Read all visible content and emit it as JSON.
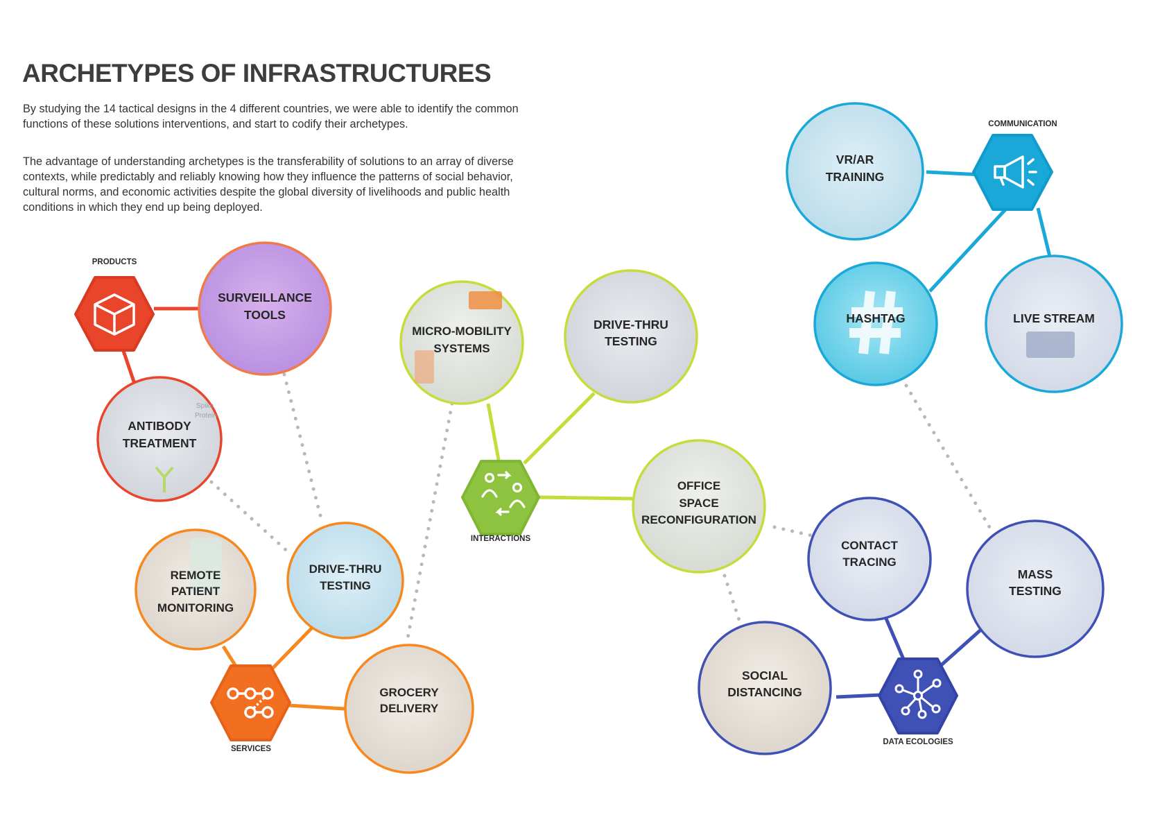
{
  "title": "ARCHETYPES OF INFRASTRUCTURES",
  "intro": [
    "By studying the 14 tactical designs in the 4 different countries, we were able to identify the common functions of these solutions interventions, and start to codify their archetypes.",
    "The advantage of understanding archetypes is the transferability of solutions to an array of diverse contexts, while predictably and reliably knowing how they influence the patterns of social behavior, cultural norms, and economic activities despite the global diversity of livelihoods and public health conditions in which they end up being deployed."
  ],
  "colors": {
    "products": "#e8452a",
    "services": "#f5891f",
    "interactions": "#8dc33f",
    "interactions_line": "#c6dc3a",
    "communication": "#1aa8d8",
    "data_ecologies": "#3f51b5",
    "dotted": "#b8b8b8"
  },
  "groups": {
    "products": {
      "label": "PRODUCTS",
      "icon": "cube-icon"
    },
    "services": {
      "label": "SERVICES",
      "icon": "service-nodes-icon"
    },
    "interactions": {
      "label": "INTERACTIONS",
      "icon": "people-exchange-icon"
    },
    "communication": {
      "label": "COMMUNICATION",
      "icon": "megaphone-icon"
    },
    "data_ecologies": {
      "label": "DATA ECOLOGIES",
      "icon": "network-icon"
    }
  },
  "items": {
    "surveillance_tools": [
      "SURVEILLANCE",
      "TOOLS"
    ],
    "antibody_treatment": [
      "ANTIBODY",
      "TREATMENT"
    ],
    "antibody_img_text": [
      "Spike",
      "Protein"
    ],
    "micro_mobility": [
      "MICRO-MOBILITY",
      "SYSTEMS"
    ],
    "drive_thru_interactions": [
      "DRIVE-THRU",
      "TESTING"
    ],
    "office_space": [
      "OFFICE",
      "SPACE",
      "RECONFIGURATION"
    ],
    "remote_patient": [
      "REMOTE",
      "PATIENT",
      "MONITORING"
    ],
    "drive_thru_services": [
      "DRIVE-THRU",
      "TESTING"
    ],
    "grocery_delivery": [
      "GROCERY",
      "DELIVERY"
    ],
    "vr_ar_training": [
      "VR/AR",
      "TRAINING"
    ],
    "hashtag": [
      "HASHTAG"
    ],
    "live_stream": [
      "LIVE STREAM"
    ],
    "contact_tracing": [
      "CONTACT",
      "TRACING"
    ],
    "mass_testing": [
      "MASS",
      "TESTING"
    ],
    "social_distancing": [
      "SOCIAL",
      "DISTANCING"
    ]
  }
}
